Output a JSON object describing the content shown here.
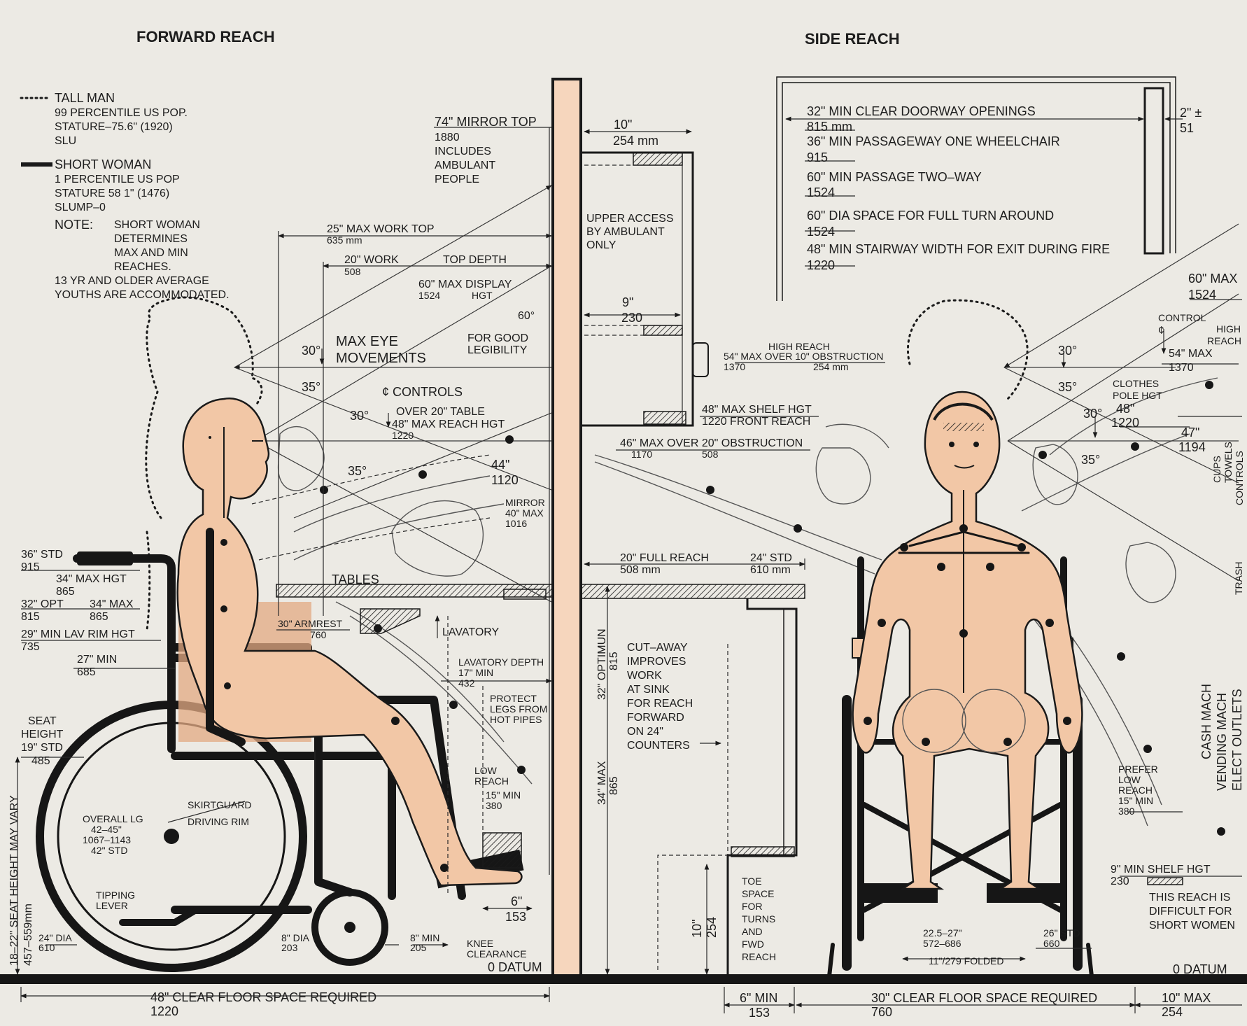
{
  "headings": {
    "forward": "FORWARD REACH",
    "side": "SIDE REACH"
  },
  "legend": {
    "tall_man": [
      "TALL MAN",
      "99 PERCENTILE US POP.",
      "STATURE–75.6\" (1920)",
      "SLU"
    ],
    "short_woman": [
      "SHORT WOMAN",
      "1 PERCENTILE US POP",
      "STATURE 58 1\" (1476)",
      "SLUMP–0"
    ],
    "note_label": "NOTE:",
    "note_lines": [
      "SHORT WOMAN",
      "DETERMINES",
      "MAX AND MIN",
      "REACHES."
    ],
    "youth_lines": [
      "13 YR AND OLDER AVERAGE",
      "YOUTHS ARE ACCOMMODATED."
    ]
  },
  "forward": {
    "mirror_top": [
      "74\" MIRROR TOP",
      "1880",
      "INCLUDES",
      "AMBULANT",
      "PEOPLE"
    ],
    "work_top": [
      "25\" MAX WORK TOP",
      "635 mm"
    ],
    "work_depth": [
      "20\" WORK",
      "TOP DEPTH",
      "508"
    ],
    "display": [
      "60\" MAX DISPLAY",
      "1524",
      "HGT"
    ],
    "angle_60": "60°",
    "max_eye": [
      "MAX EYE",
      "MOVEMENTS"
    ],
    "legibility": [
      "FOR GOOD",
      "LEGIBILITY"
    ],
    "angles": [
      "30°",
      "35°",
      "30°",
      "35°"
    ],
    "controls": [
      "¢ CONTROLS",
      "OVER 20\" TABLE",
      "48\" MAX REACH HGT",
      "1220"
    ],
    "reach_44": [
      "44\"",
      "1120"
    ],
    "mirror": [
      "MIRROR",
      "40\" MAX",
      "1016"
    ],
    "std36": [
      "36\" STD",
      "915"
    ],
    "max34hgt": [
      "34\" MAX HGT",
      "865"
    ],
    "opt32": [
      "32\" OPT",
      "815"
    ],
    "max34": [
      "34\" MAX",
      "865"
    ],
    "tables": "TABLES",
    "lav_rim": [
      "29\" MIN LAV RIM HGT",
      "735"
    ],
    "armrest": [
      "30\" ARMREST",
      "760"
    ],
    "lavatory": "LAVATORY",
    "min27": [
      "27\" MIN",
      "685"
    ],
    "lav_depth": [
      "LAVATORY DEPTH",
      "17\" MIN",
      "432"
    ],
    "protect": [
      "PROTECT",
      "LEGS FROM",
      "HOT PIPES"
    ],
    "seat": [
      "SEAT",
      "HEIGHT",
      "19\" STD",
      "485"
    ],
    "skirtguard": "SKIRTGUARD",
    "driving_rim": "DRIVING RIM",
    "overall": [
      "OVERALL LG",
      "42–45\"",
      "1067–1143",
      "42\" STD"
    ],
    "low_reach": [
      "LOW",
      "REACH",
      "15\" MIN",
      "380"
    ],
    "seat_vary": [
      "18–22\" SEAT HEIGHT MAY VARY",
      "457–559mm"
    ],
    "tipping": [
      "TIPPING",
      "LEVER"
    ],
    "dia24": [
      "24\" DIA",
      "610"
    ],
    "dia8": [
      "8\" DIA",
      "203"
    ],
    "min8": [
      "8\" MIN",
      "205"
    ],
    "knee": [
      "KNEE",
      "CLEARANCE"
    ],
    "six": [
      "6\"",
      "153"
    ],
    "datum": "0 DATUM",
    "floor": [
      "48\" CLEAR FLOOR SPACE REQUIRED",
      "1220"
    ]
  },
  "middle": {
    "cabinet": [
      "10\"",
      "254 mm"
    ],
    "upper_access": [
      "UPPER ACCESS",
      "BY AMBULANT",
      "ONLY"
    ],
    "nine": [
      "9\"",
      "230"
    ],
    "high_reach": [
      "HIGH REACH",
      "54\" MAX OVER 10\" OBSTRUCTION",
      "1370",
      "254 mm"
    ],
    "shelf48": [
      "48\" MAX SHELF HGT",
      "1220 FRONT REACH"
    ],
    "reach46": [
      "46\" MAX OVER 20\" OBSTRUCTION",
      "1170",
      "508"
    ],
    "full_reach": [
      "20\" FULL REACH",
      "508 mm"
    ],
    "std24": [
      "24\" STD",
      "610 mm"
    ],
    "optimum": [
      "32\" OPTIMUN",
      "815"
    ],
    "max34": [
      "34\" MAX",
      "865"
    ],
    "cutaway": [
      "CUT–AWAY",
      "IMPROVES",
      "WORK",
      "AT SINK",
      "FOR REACH",
      "FORWARD",
      "ON 24\"",
      "COUNTERS"
    ],
    "toe_space": [
      "TOE",
      "SPACE",
      "FOR",
      "TURNS",
      "AND",
      "FWD",
      "REACH"
    ],
    "ten": [
      "10\"",
      "254"
    ],
    "six_min": [
      "6\" MIN",
      "153"
    ]
  },
  "side": {
    "doorway": [
      "32\" MIN CLEAR DOORWAY OPENINGS",
      "815 mm"
    ],
    "passageway": [
      "36\" MIN PASSAGEWAY ONE WHEELCHAIR",
      "915"
    ],
    "two_way": [
      "60\" MIN PASSAGE TWO–WAY",
      "1524"
    ],
    "turn": [
      "60\" DIA SPACE FOR FULL TURN AROUND",
      "1524"
    ],
    "stairway": [
      "48\" MIN STAIRWAY WIDTH FOR EXIT DURING FIRE",
      "1220"
    ],
    "two_in": [
      "2\" ±",
      "51"
    ],
    "max60": [
      "60\" MAX",
      "1524"
    ],
    "control": [
      "CONTROL",
      "¢"
    ],
    "high": [
      "HIGH",
      "REACH"
    ],
    "max54": [
      "54\" MAX",
      "1370"
    ],
    "angles": [
      "30°",
      "35°",
      "30°",
      "35°"
    ],
    "clothes": [
      "CLOTHES",
      "POLE HGT",
      "48\"",
      "1220"
    ],
    "r47": [
      "47\"",
      "1194"
    ],
    "cups": [
      "CUPS",
      "TOWELS",
      "CONTROLS"
    ],
    "trash": "TRASH",
    "vending": [
      "CASH MACH",
      "VENDING MACH",
      "ELECT OUTLETS"
    ],
    "prefer": [
      "PREFER",
      "LOW",
      "REACH",
      "15\" MIN",
      "380"
    ],
    "shelf9": [
      "9\" MIN SHELF HGT",
      "230"
    ],
    "difficult": [
      "THIS REACH IS",
      "DIFFICULT FOR",
      "SHORT WOMEN"
    ],
    "seat_w": [
      "22.5–27\"",
      "572–686"
    ],
    "std26": [
      "26\" STD",
      "660"
    ],
    "folded": "11\"/279 FOLDED",
    "datum": "0 DATUM",
    "floor": [
      "30\" CLEAR FLOOR SPACE REQUIRED",
      "760"
    ],
    "max10": [
      "10\" MAX",
      "254"
    ]
  }
}
